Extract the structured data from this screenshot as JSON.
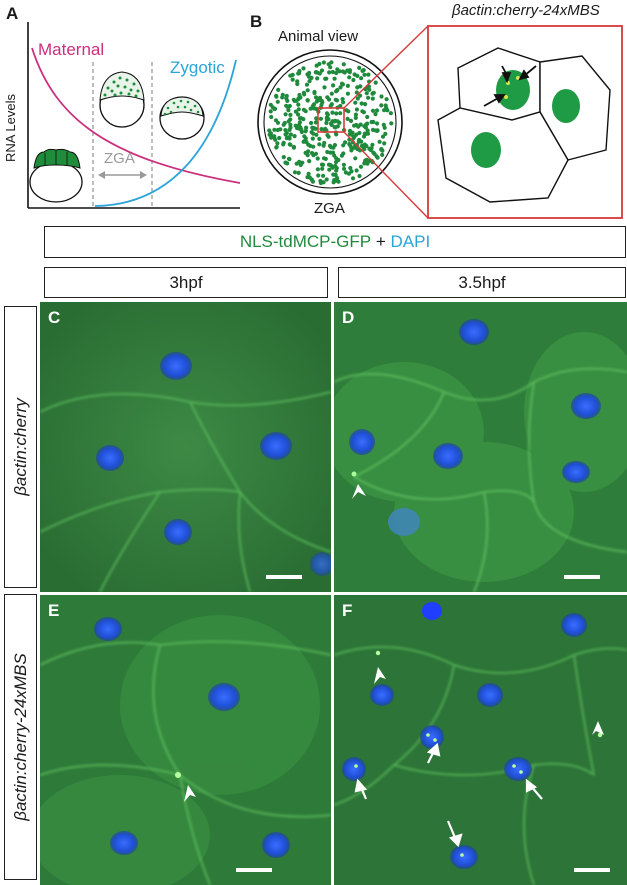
{
  "panel_a": {
    "label": "A",
    "ylabel": "RNA Levels",
    "maternal": "Maternal",
    "zygotic": "Zygotic",
    "zga": "ZGA",
    "colors": {
      "maternal": "#cc2e7d",
      "zygotic": "#2aa4d9",
      "zga": "#9a9a9a"
    }
  },
  "panel_b": {
    "label": "B",
    "animal_view": "Animal view",
    "zga": "ZGA",
    "construct": "βactin:cherry-24xMBS",
    "colors": {
      "dots": "#1f8a3c",
      "inset": "#d43a3a"
    }
  },
  "stain": {
    "part1": "NLS-tdMCP-GFP",
    "plus": " + ",
    "part2": "DAPI",
    "colors": {
      "gfp": "#1f8a3c",
      "dapi": "#2aa4d9"
    }
  },
  "timepoints": [
    "3hpf",
    "3.5hpf"
  ],
  "rows": [
    "βactin:cherry",
    "βactin:cherry-24xMBS"
  ],
  "micro_labels": [
    "C",
    "D",
    "E",
    "F"
  ]
}
